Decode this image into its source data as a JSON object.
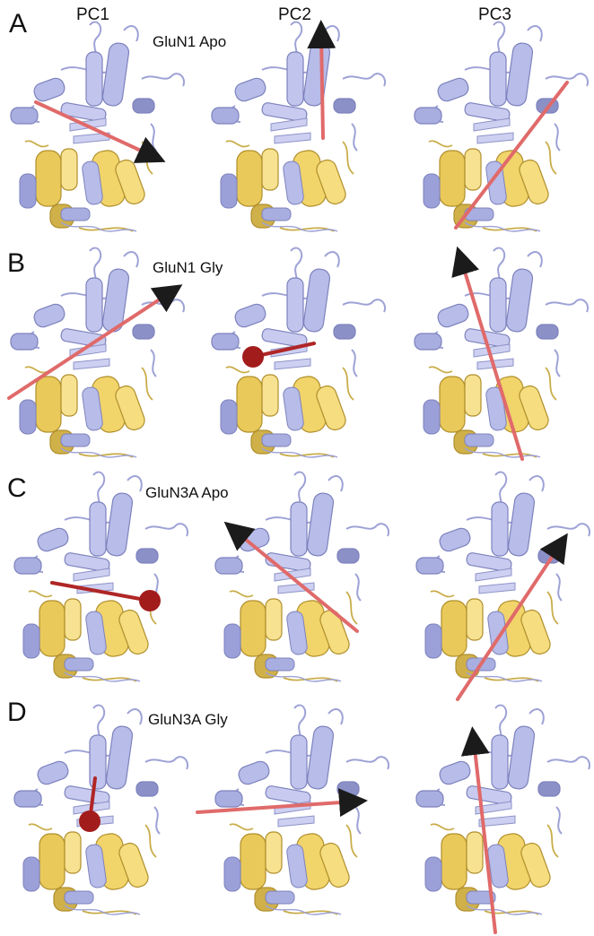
{
  "columns": [
    "PC1",
    "PC2",
    "PC3"
  ],
  "panels": [
    {
      "letter": "A",
      "title": "GluN1 Apo"
    },
    {
      "letter": "B",
      "title": "GluN1 Gly"
    },
    {
      "letter": "C",
      "title": "GluN3A Apo"
    },
    {
      "letter": "D",
      "title": "GluN3A Gly"
    }
  ],
  "colors": {
    "lobe_top": "#b7bce8",
    "lobe_top_shade": "#8b90c7",
    "lobe_bottom": "#f1d46a",
    "lobe_bottom_shade": "#c7a53c",
    "vector": "#e06a6a",
    "vector_dark": "#a31c1c",
    "arrowhead": "#1b1b1b"
  }
}
